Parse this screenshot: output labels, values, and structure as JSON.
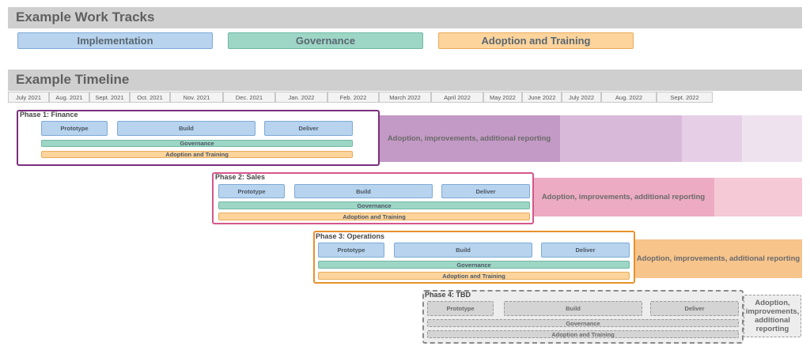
{
  "tracks": {
    "title": "Example Work Tracks",
    "items": [
      {
        "label": "Implementation",
        "color": "#b7d3ee"
      },
      {
        "label": "Governance",
        "color": "#9ed6c6"
      },
      {
        "label": "Adoption and Training",
        "color": "#fcd49c"
      }
    ]
  },
  "timeline": {
    "title": "Example Timeline",
    "months": [
      "July 2021",
      "Aug. 2021",
      "Sept. 2021",
      "Oct. 2021",
      "Nov. 2021",
      "Dec. 2021",
      "Jan. 2022",
      "Feb. 2022",
      "March 2022",
      "April 2022",
      "May 2022",
      "June 2022",
      "July 2022",
      "Aug. 2022",
      "Sept. 2022"
    ]
  },
  "phases": [
    {
      "label": "Phase 1: Finance",
      "color": "#7b2f7e",
      "prototype": "Prototype",
      "build": "Build",
      "deliver": "Deliver",
      "governance": "Governance",
      "adoption": "Adoption and Training",
      "extension": "Adoption, improvements, additional reporting"
    },
    {
      "label": "Phase 2: Sales",
      "color": "#d4578a",
      "prototype": "Prototype",
      "build": "Build",
      "deliver": "Deliver",
      "governance": "Governance",
      "adoption": "Adoption and Training",
      "extension": "Adoption, improvements, additional reporting"
    },
    {
      "label": "Phase 3: Operations",
      "color": "#e8912a",
      "prototype": "Prototype",
      "build": "Build",
      "deliver": "Deliver",
      "governance": "Governance",
      "adoption": "Adoption and Training",
      "extension": "Adoption, improvements, additional reporting"
    },
    {
      "label": "Phase 4: TBD",
      "color": "#8a8a8a",
      "prototype": "Prototype",
      "build": "Build",
      "deliver": "Deliver",
      "governance": "Governance",
      "adoption": "Adoption and Training",
      "extension": "Adoption, improvements, additional reporting"
    }
  ]
}
